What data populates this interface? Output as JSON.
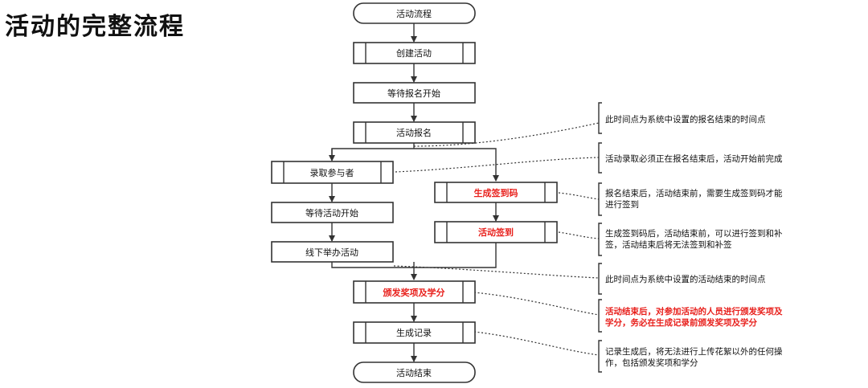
{
  "title": "活动的完整流程",
  "nodes": {
    "start": "活动流程",
    "create": "创建活动",
    "wait_signup": "等待报名开始",
    "signup": "活动报名",
    "admit": "录取参与者",
    "wait_start": "等待活动开始",
    "offline": "线下举办活动",
    "gen_code": "生成签到码",
    "checkin": "活动签到",
    "award": "颁发奖项及学分",
    "gen_record": "生成记录",
    "end": "活动结束"
  },
  "notes": {
    "n1": [
      "此时间点为系统中设置的报名结束的时间点"
    ],
    "n2": [
      "活动录取必须正在报名结束后，活动开始前完成"
    ],
    "n3": [
      "报名结束后，活动结束前，需要生成签到码才能",
      "进行签到"
    ],
    "n4": [
      "生成签到码后，活动结束前，可以进行签到和补",
      "签，活动结束后将无法签到和补签"
    ],
    "n5": [
      "此时间点为系统中设置的活动结束的时间点"
    ],
    "n6": [
      "活动结束后，对参加活动的人员进行颁发奖项及",
      "学分，务必在生成记录前颁发奖项及学分"
    ],
    "n7": [
      "记录生成后，将无法进行上传花絮以外的任何操",
      "作，包括颁发奖项和学分"
    ]
  },
  "colors": {
    "accent_red": "#e8201c",
    "line": "#333333"
  }
}
